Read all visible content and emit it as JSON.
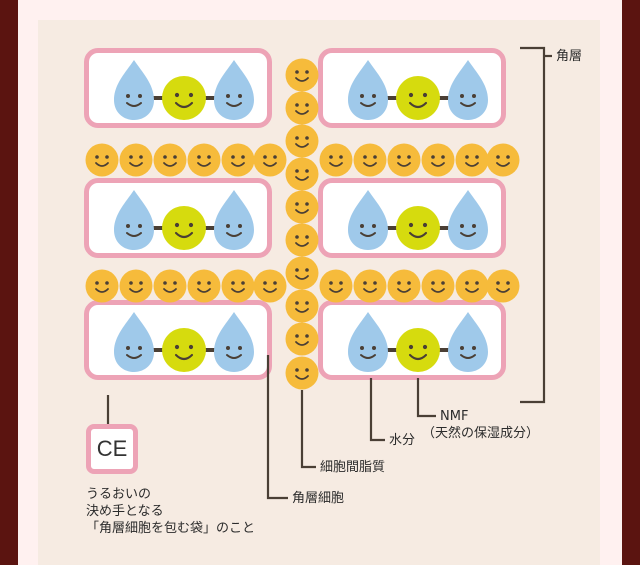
{
  "labels": {
    "stratum_corneum": "角層",
    "nmf": "NMF",
    "nmf_sub": "（天然の保湿成分）",
    "water": "水分",
    "intercellular_lipid": "細胞間脂質",
    "keratinocyte": "角層細胞",
    "ce": "CE",
    "ce_note_1": "うるおいの",
    "ce_note_2": "決め手となる",
    "ce_note_3": "「角層細胞を包む袋」のこと"
  },
  "colors": {
    "background": "#5b1410",
    "frame": "#fff1f0",
    "panel": "#f6ebe2",
    "cell_border": "#eda3b6",
    "water_drop": "#9fc9ea",
    "nmf_ball": "#d6db0e",
    "lipid_ball": "#f6bb3b",
    "line": "#4a3f35"
  },
  "icons": [
    "water-drop-icon",
    "nmf-smiley-icon",
    "lipid-smiley-icon"
  ]
}
